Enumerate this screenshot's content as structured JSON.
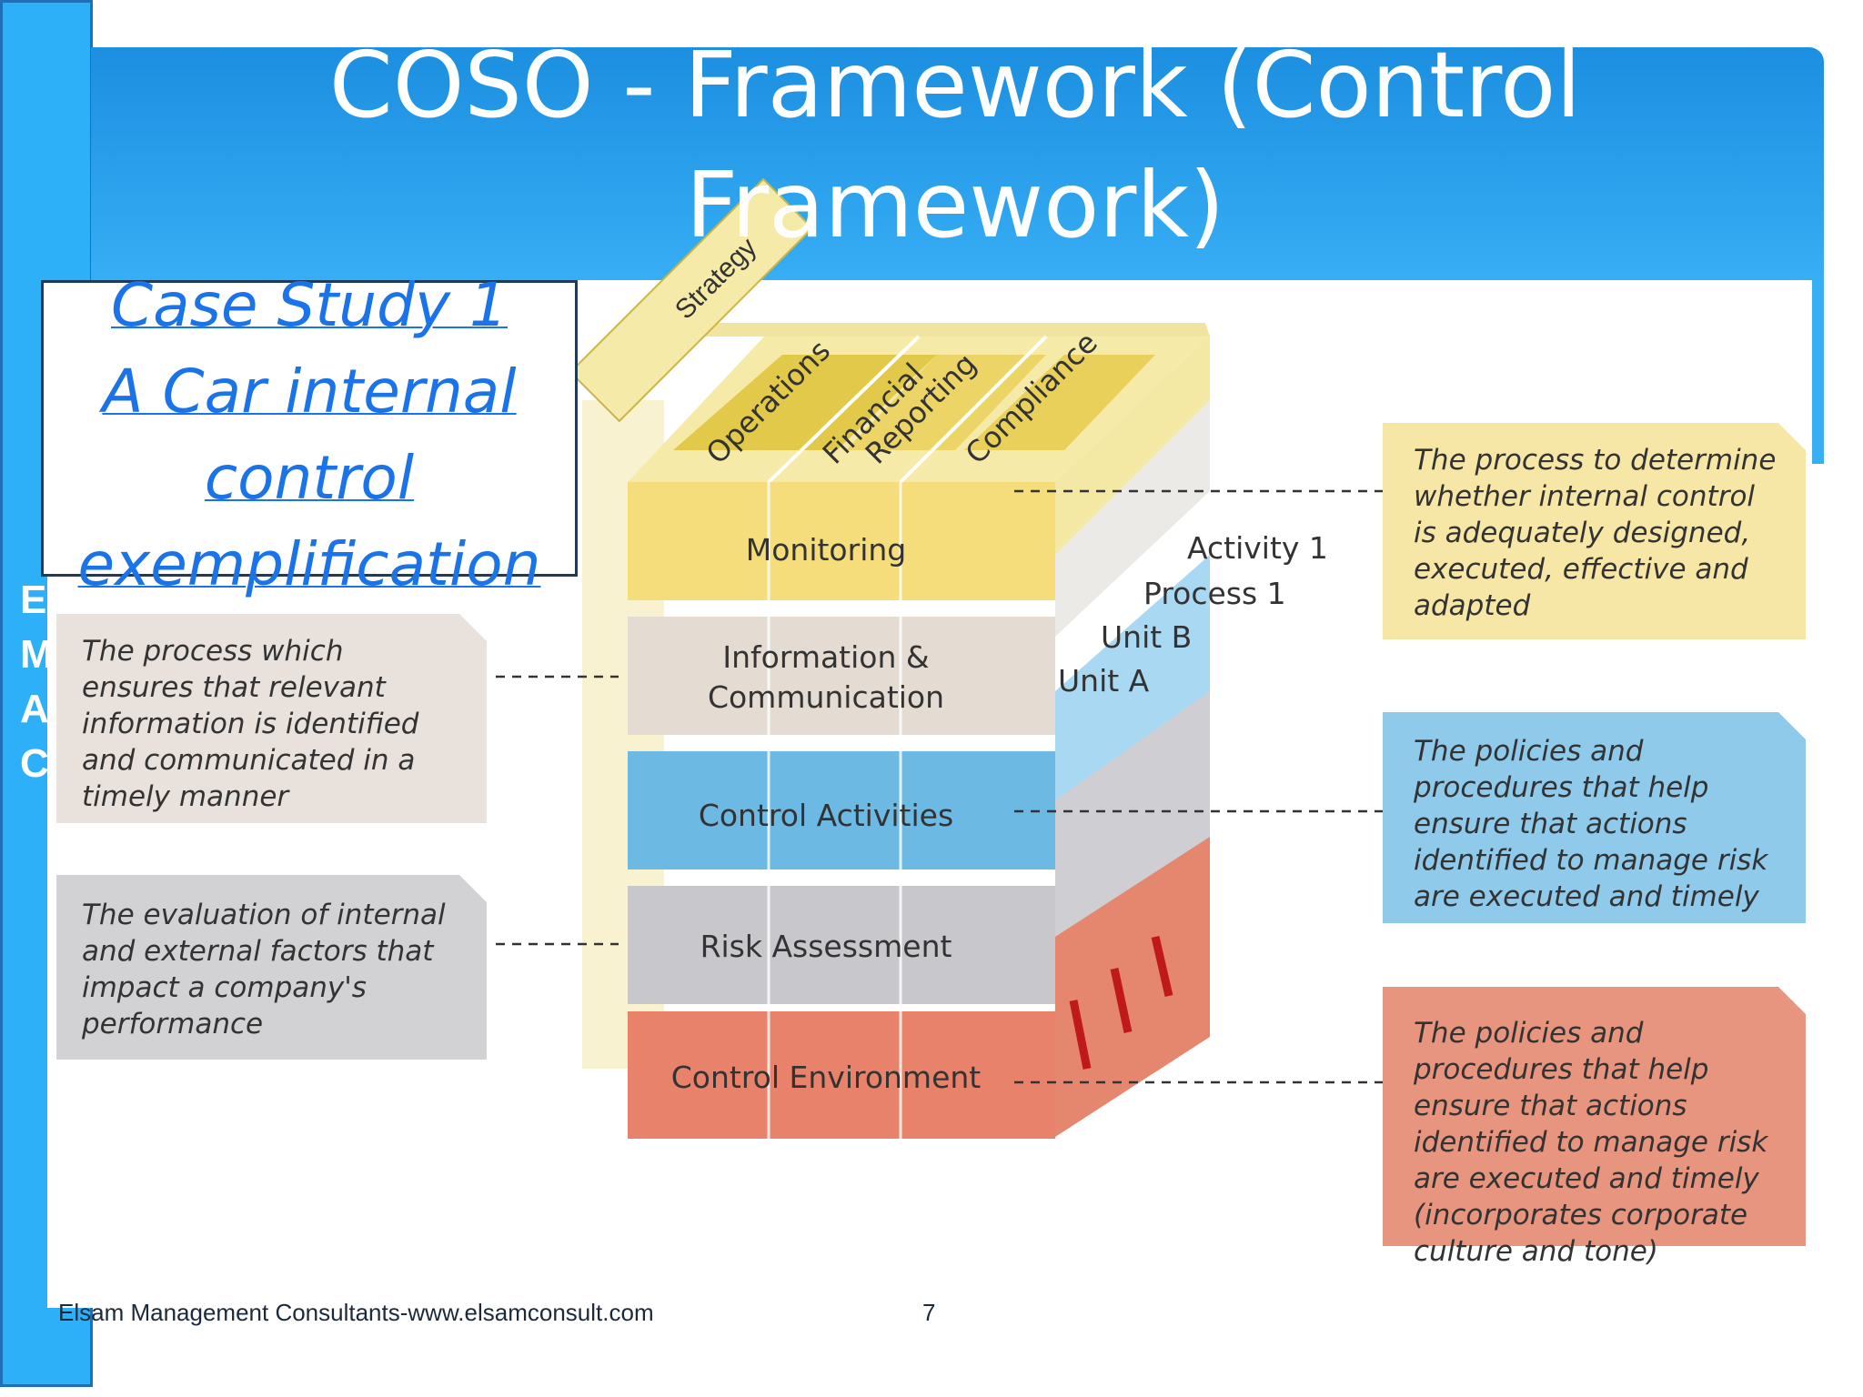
{
  "slide": {
    "title": "COSO - Framework (Control Framework)",
    "page_number": "7",
    "footer": "Elsam Management Consultants-www.elsamconsult.com"
  },
  "sidebar_letters": [
    "E",
    "M",
    "A",
    "C"
  ],
  "case_study": {
    "line1": "Case Study 1",
    "line2": "A Car internal",
    "line3": "control",
    "line4": "exemplification"
  },
  "cube": {
    "strategy_label": "Strategy",
    "top_labels": [
      "Operations",
      "Financial",
      "Reporting",
      "Compliance"
    ],
    "layers": [
      {
        "label": "Monitoring",
        "color": "#f4dd7a"
      },
      {
        "label_line1": "Information &",
        "label_line2": "Communication",
        "color": "#e4dcd2"
      },
      {
        "label": "Control Activities",
        "color": "#6cb9e4"
      },
      {
        "label": "Risk Assessment",
        "color": "#c8c8cc"
      },
      {
        "label": "Control Environment",
        "color": "#e8826a"
      }
    ],
    "side_labels": [
      "Activity 1",
      "Process 1",
      "Unit B",
      "Unit A"
    ]
  },
  "callouts": {
    "monitoring": "The process to determine whether internal control is adequately designed, executed, effective and adapted",
    "information": "The process which ensures that relevant information is identified and communicated in a timely manner",
    "control_activities": "The policies and procedures that help ensure that actions identified to manage risk are executed and timely",
    "risk": "The evaluation of internal and external factors that impact a company's performance",
    "environment": "The policies and procedures that help ensure that actions identified to manage risk are executed and timely (incorporates corporate culture and tone)"
  },
  "colors": {
    "banner": "#1c8fe0",
    "sidebar": "#2eb0f8",
    "link": "#1a73e8",
    "yellow": "#f7e7a6",
    "beige": "#e9e2dc",
    "blue": "#8fcaeb",
    "gray": "#d2d2d4",
    "red": "#e7957f"
  }
}
